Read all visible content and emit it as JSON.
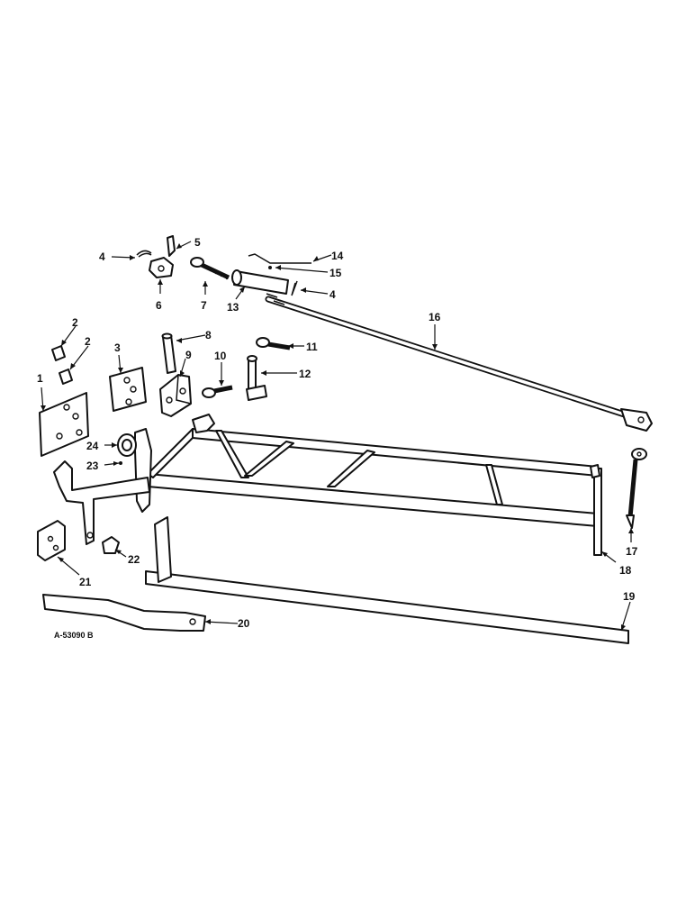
{
  "diagram": {
    "drawing_code": "A-53090 B",
    "callouts": [
      "1",
      "2",
      "2",
      "3",
      "4",
      "4",
      "5",
      "6",
      "7",
      "8",
      "9",
      "10",
      "11",
      "12",
      "13",
      "14",
      "15",
      "16",
      "17",
      "18",
      "19",
      "20",
      "21",
      "22",
      "23",
      "24"
    ]
  },
  "colors": {
    "ink": "#111111",
    "paper": "#ffffff"
  }
}
